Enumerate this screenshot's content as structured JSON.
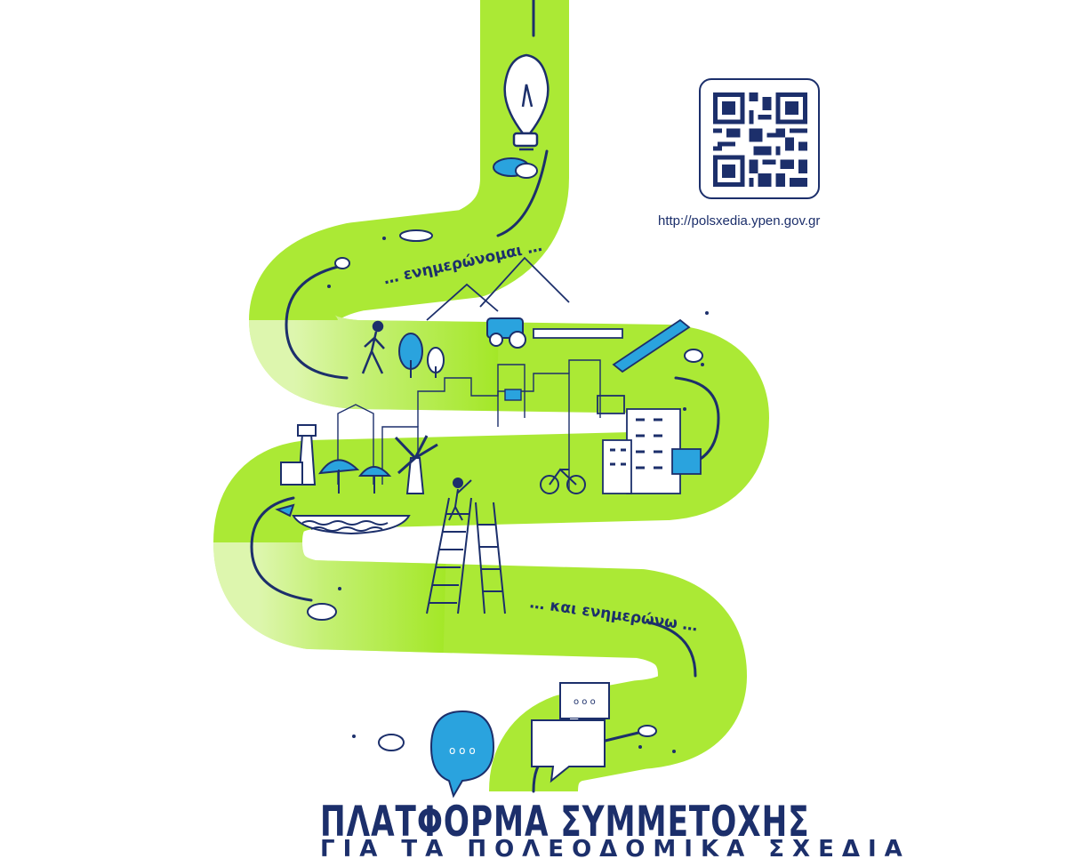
{
  "poster": {
    "slogan_top": "… ενημερώνομαι …",
    "slogan_bottom": "… και ενημερώνω …",
    "url": "http://polsxedia.ypen.gov.gr",
    "title_line1": "ΠΛΑΤΦΟΡΜΑ  ΣΥΜΜΕΤΟΧΗΣ",
    "title_line2": "ΓΙΑ ΤΑ ΠΟΛΕΟΔΟΜΙΚΑ ΣΧΕΔΙΑ"
  },
  "icons": [
    "light-bulb-icon",
    "cloud-icon",
    "tractor-icon",
    "walking-person-icon",
    "tree-icon",
    "lighthouse-icon",
    "umbrella-icon",
    "windmill-icon",
    "ladder-icon",
    "bicycle-icon",
    "building-icon",
    "speech-bubble-icon",
    "qr-code-icon"
  ],
  "colors": {
    "path_green": "#a6e82a",
    "navy": "#1c2f6b",
    "accent_blue": "#2aa3de",
    "white": "#ffffff"
  }
}
